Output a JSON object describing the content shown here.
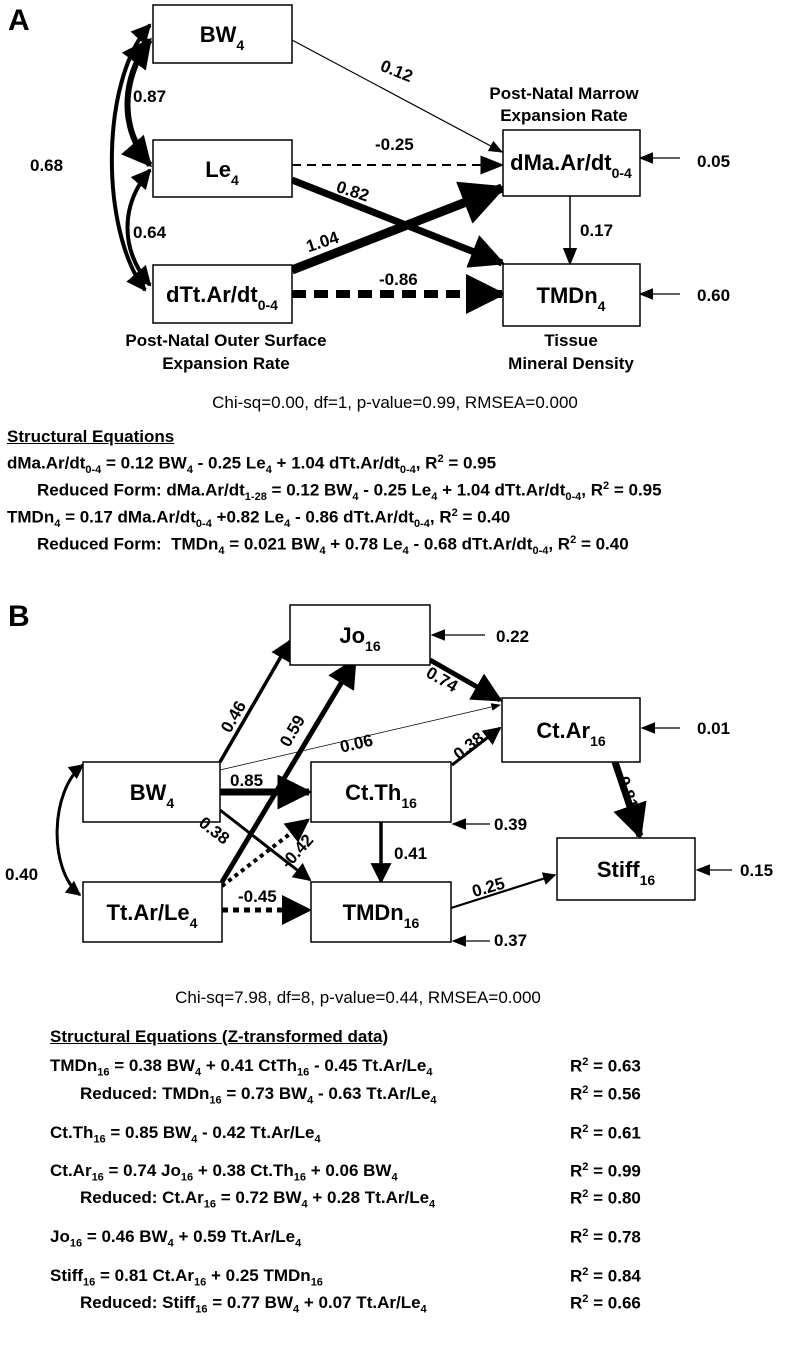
{
  "panel_a": {
    "letter": "A",
    "boxes": {
      "bw4": {
        "base": "BW",
        "sub": "4"
      },
      "le4": {
        "base": "Le",
        "sub": "4"
      },
      "dtt": {
        "base": "dTt.Ar/dt",
        "sub": "0-4"
      },
      "dma": {
        "base": "dMa.Ar/dt",
        "sub": "0-4"
      },
      "tmd": {
        "base": "TMDn",
        "sub": "4"
      }
    },
    "coefficients": {
      "bw_le": "0.87",
      "bw_dtt": "0.68",
      "le_dtt": "0.64",
      "bw_dma": "0.12",
      "le_dma": "-0.25",
      "le_tmd": "0.82",
      "dtt_dma": "1.04",
      "dtt_tmd": "-0.86",
      "dma_tmd": "0.17",
      "err_dma": "0.05",
      "err_tmd": "0.60"
    },
    "annotations": {
      "marrow_line1": "Post-Natal Marrow",
      "marrow_line2": "Expansion Rate",
      "outer_line1": "Post-Natal Outer Surface",
      "outer_line2": "Expansion Rate",
      "tissue_line1": "Tissue",
      "tissue_line2": "Mineral Density"
    },
    "fit": "Chi-sq=0.00, df=1, p-value=0.99, RMSEA=0.000",
    "equations_heading": "Structural Equations",
    "equations": [
      "dMa.Ar/dt<sub>0-4</sub> = 0.12 BW<sub>4</sub> - 0.25 Le<sub>4</sub> + 1.04 dTt.Ar/dt<sub>0-4</sub>, R<sup>2</sup> = 0.95",
      "Reduced Form: dMa.Ar/dt<sub>1-28</sub> = 0.12 BW<sub>4</sub> - 0.25 Le<sub>4</sub> + 1.04 dTt.Ar/dt<sub>0-4</sub>, R<sup>2</sup> = 0.95",
      "TMDn<sub>4</sub> = 0.17 dMa.Ar/dt<sub>0-4</sub> +0.82 Le<sub>4</sub> - 0.86 dTt.Ar/dt<sub>0-4</sub>, R<sup>2</sup> = 0.40",
      "Reduced Form:&nbsp; TMDn<sub>4</sub> = 0.021 BW<sub>4</sub> + 0.78 Le<sub>4</sub> - 0.68 dTt.Ar/dt<sub>0-4</sub>, R<sup>2</sup> = 0.40"
    ]
  },
  "panel_b": {
    "letter": "B",
    "boxes": {
      "jo": {
        "base": "Jo",
        "sub": "16"
      },
      "ctar": {
        "base": "Ct.Ar",
        "sub": "16"
      },
      "bw4": {
        "base": "BW",
        "sub": "4"
      },
      "ctth": {
        "base": "Ct.Th",
        "sub": "16"
      },
      "stiff": {
        "base": "Stiff",
        "sub": "16"
      },
      "ttar": {
        "base": "Tt.Ar/Le",
        "sub": "4"
      },
      "tmd": {
        "base": "TMDn",
        "sub": "16"
      }
    },
    "coefficients": {
      "err_jo": "0.22",
      "jo_ctar": "0.74",
      "bw_jo": "0.46",
      "tt_jo": "0.59",
      "bw_ctar": "0.06",
      "err_ctar": "0.01",
      "ctth_ctar": "0.38",
      "ctar_stiff": "0.81",
      "bw_ctth": "0.85",
      "err_ctth": "0.39",
      "bw_tmd": "0.38",
      "tt_ctth": "-0.42",
      "ctth_tmd": "0.41",
      "err_stiff": "0.15",
      "bw_tt": "0.40",
      "tmd_stiff": "0.25",
      "err_tmd": "0.37",
      "tt_tmd": "-0.45"
    },
    "fit": "Chi-sq=7.98, df=8, p-value=0.44, RMSEA=0.000",
    "equations_heading": "Structural Equations (Z-transformed data)",
    "equations": [
      {
        "eq": "TMDn<sub>16</sub> = 0.38 BW<sub>4</sub> + 0.41 CtTh<sub>16</sub> - 0.45 Tt.Ar/Le<sub>4</sub>",
        "r2": "R<sup>2</sup> = 0.63"
      },
      {
        "eq": "Reduced: TMDn<sub>16</sub> = 0.73 BW<sub>4</sub> - 0.63 Tt.Ar/Le<sub>4</sub>",
        "r2": "R<sup>2</sup> = 0.56"
      },
      {
        "eq": "Ct.Th<sub>16</sub> = 0.85 BW<sub>4</sub> - 0.42 Tt.Ar/Le<sub>4</sub>",
        "r2": "R<sup>2</sup> = 0.61"
      },
      {
        "eq": "Ct.Ar<sub>16</sub> = 0.74 Jo<sub>16</sub> + 0.38 Ct.Th<sub>16</sub> + 0.06 BW<sub>4</sub>",
        "r2": "R<sup>2</sup> = 0.99"
      },
      {
        "eq": "Reduced: Ct.Ar<sub>16</sub> = 0.72 BW<sub>4</sub> + 0.28 Tt.Ar/Le<sub>4</sub>",
        "r2": "R<sup>2</sup> = 0.80"
      },
      {
        "eq": "Jo<sub>16</sub> = 0.46 BW<sub>4</sub> + 0.59 Tt.Ar/Le<sub>4</sub>",
        "r2": "R<sup>2</sup> = 0.78"
      },
      {
        "eq": "Stiff<sub>16</sub> = 0.81 Ct.Ar<sub>16</sub> + 0.25 TMDn<sub>16</sub>",
        "r2": "R<sup>2</sup> = 0.84"
      },
      {
        "eq": "Reduced: Stiff<sub>16</sub> = 0.77 BW<sub>4</sub> + 0.07 Tt.Ar/Le<sub>4</sub>",
        "r2": "R<sup>2</sup> = 0.66"
      }
    ]
  }
}
